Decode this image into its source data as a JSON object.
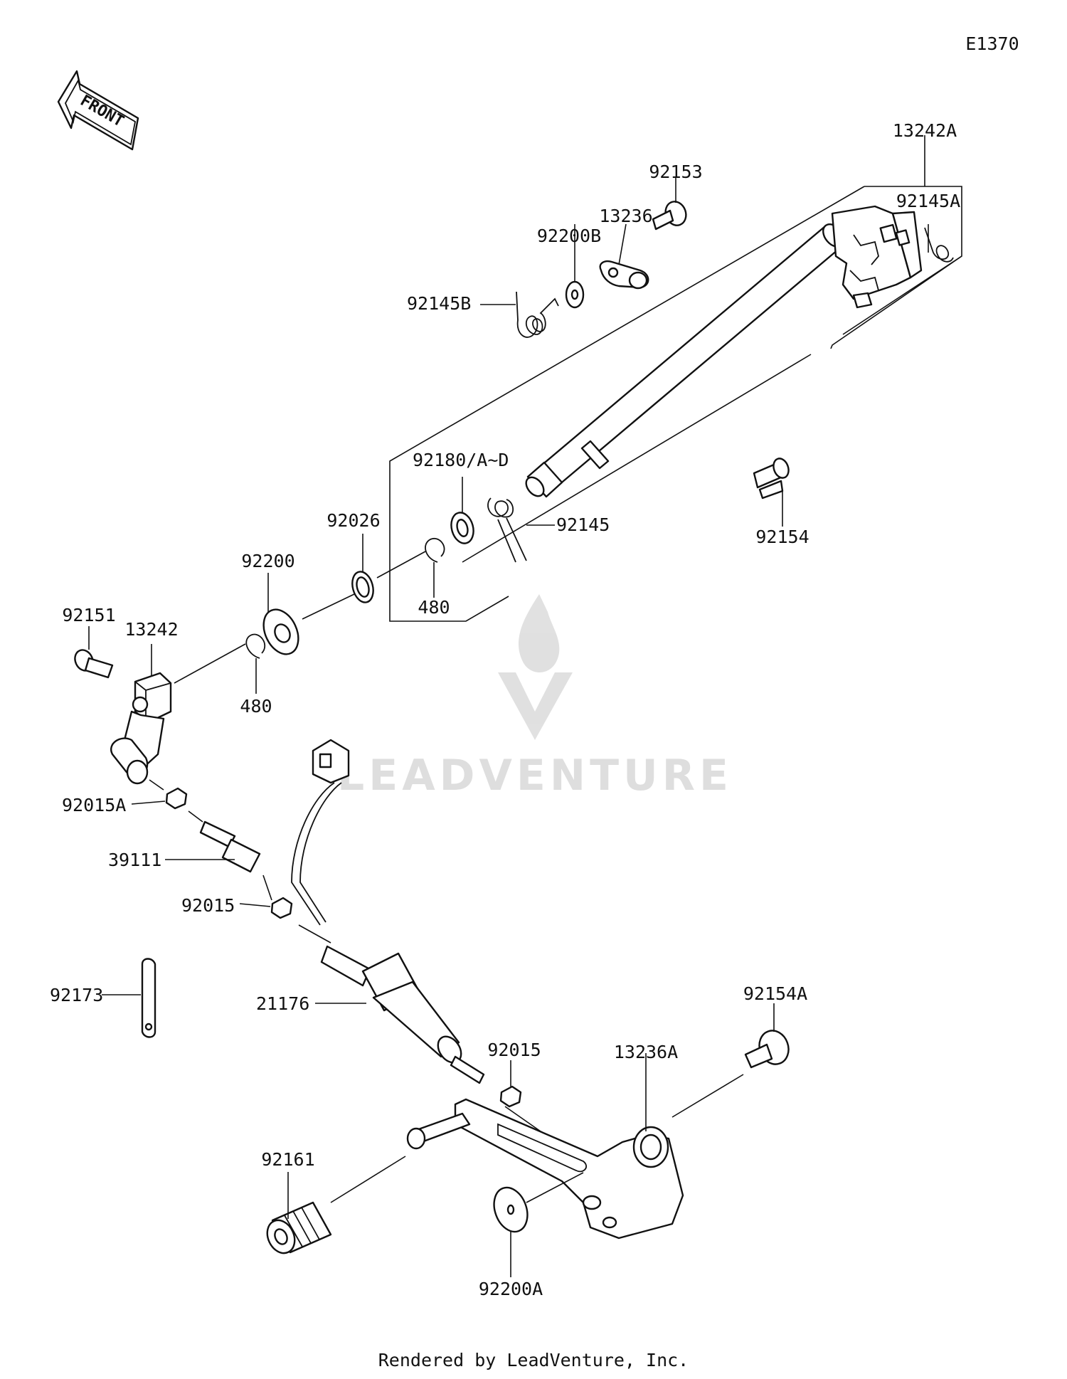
{
  "diagram_id": "E1370",
  "front_label": "FRONT",
  "watermark": "LEADVENTURE",
  "footer": "Rendered by LeadVenture, Inc.",
  "labels": [
    {
      "id": "13242A",
      "text": "13242A"
    },
    {
      "id": "92153",
      "text": "92153"
    },
    {
      "id": "13236",
      "text": "13236"
    },
    {
      "id": "92200B",
      "text": "92200B"
    },
    {
      "id": "92145A",
      "text": "92145A"
    },
    {
      "id": "92145B",
      "text": "92145B"
    },
    {
      "id": "92180",
      "text": "92180/A~D"
    },
    {
      "id": "92145",
      "text": "92145"
    },
    {
      "id": "92154",
      "text": "92154"
    },
    {
      "id": "92026",
      "text": "92026"
    },
    {
      "id": "92200",
      "text": "92200"
    },
    {
      "id": "480a",
      "text": "480"
    },
    {
      "id": "92151",
      "text": "92151"
    },
    {
      "id": "13242",
      "text": "13242"
    },
    {
      "id": "480b",
      "text": "480"
    },
    {
      "id": "92015A",
      "text": "92015A"
    },
    {
      "id": "39111",
      "text": "39111"
    },
    {
      "id": "92015a",
      "text": "92015"
    },
    {
      "id": "92173",
      "text": "92173"
    },
    {
      "id": "21176",
      "text": "21176"
    },
    {
      "id": "92015b",
      "text": "92015"
    },
    {
      "id": "92154A",
      "text": "92154A"
    },
    {
      "id": "13236A",
      "text": "13236A"
    },
    {
      "id": "92161",
      "text": "92161"
    },
    {
      "id": "92200A",
      "text": "92200A"
    }
  ]
}
